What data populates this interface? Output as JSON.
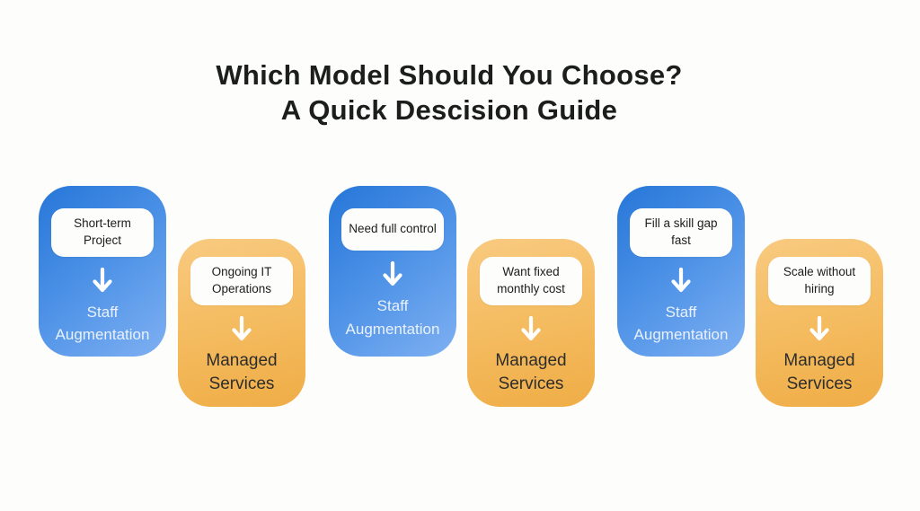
{
  "title": {
    "line1": "Which Model Should You Choose?",
    "line2": "A Quick Descision Guide"
  },
  "cards": [
    {
      "condition": "Short-term Project",
      "result": "Staff Augmentation",
      "type": "staff-augmentation"
    },
    {
      "condition": "Ongoing IT Operations",
      "result": "Managed Services",
      "type": "managed-services"
    },
    {
      "condition": "Need full control",
      "result": "Staff Augmentation",
      "type": "staff-augmentation"
    },
    {
      "condition": "Want fixed monthly cost",
      "result": "Managed Services",
      "type": "managed-services"
    },
    {
      "condition": "Fill a skill gap fast",
      "result": "Staff Augmentation",
      "type": "staff-augmentation"
    },
    {
      "condition": "Scale without hiring",
      "result": "Managed Services",
      "type": "managed-services"
    }
  ],
  "icons": {
    "down_arrow": "down-arrow-icon"
  },
  "colors": {
    "background": "#fdfdfb",
    "title_text": "#1b1e1b",
    "card_blue_start": "#2676d8",
    "card_blue_end": "#7fb0f2",
    "card_orange_start": "#f8ca80",
    "card_orange_end": "#efad46",
    "pill_background": "#fdfdfc",
    "pill_text": "#1c1c1c",
    "staff_result_text": "#e9f1fd",
    "managed_result_text": "#2d2d2d",
    "arrow": "#ffffff"
  }
}
